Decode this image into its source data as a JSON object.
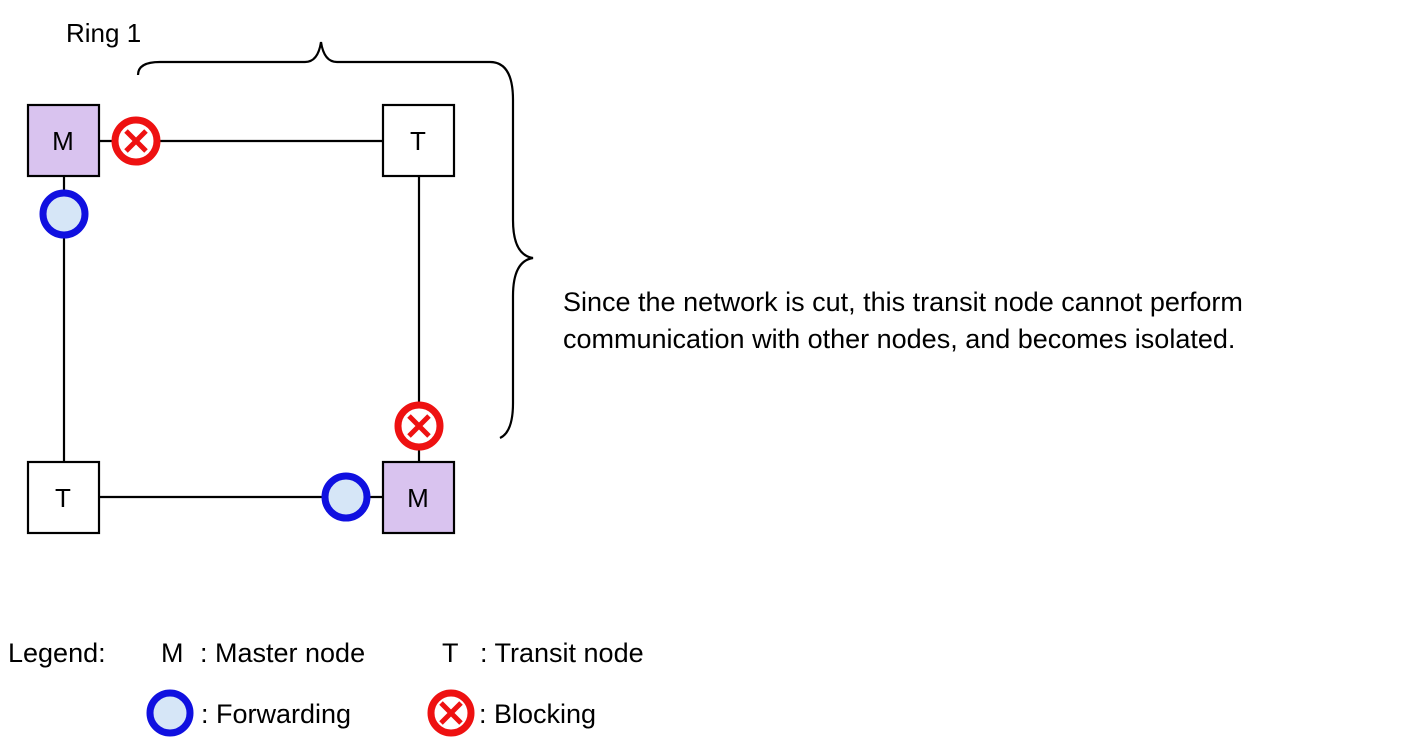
{
  "diagram": {
    "ring_label": "Ring 1",
    "note": {
      "line1": "Since the network is cut, this transit node cannot perform",
      "line2": "communication with other nodes, and becomes isolated."
    },
    "nodes": {
      "master_top_left": "M",
      "transit_top_right": "T",
      "transit_bottom_left": "T",
      "master_bottom_right": "M"
    },
    "legend": {
      "title": "Legend:",
      "master_symbol": "M",
      "master_text": ": Master node",
      "transit_symbol": "T",
      "transit_text": ": Transit node",
      "forwarding_text": ": Forwarding",
      "blocking_text": ": Blocking"
    },
    "colors": {
      "master_fill": "#d9c3ef",
      "transit_fill": "#ffffff",
      "forwarding_stroke": "#1010e0",
      "forwarding_fill": "#d6e6f7",
      "blocking_color": "#ee1111",
      "line": "#000000"
    }
  }
}
